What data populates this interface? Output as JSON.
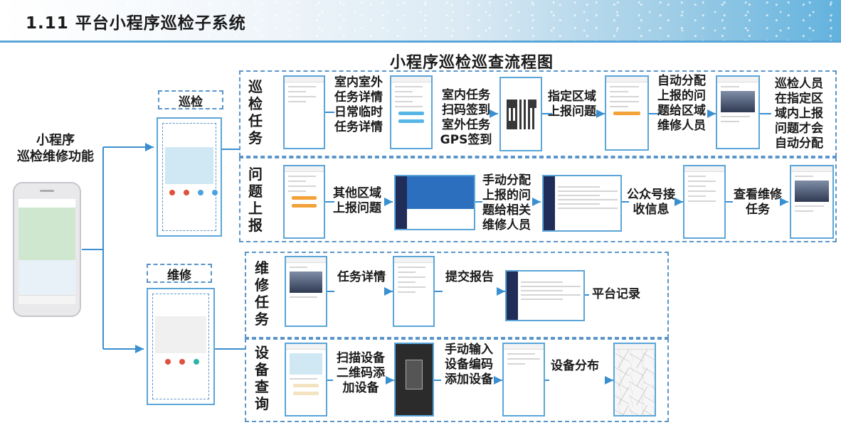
{
  "header": {
    "title": "1.11  平台小程序巡检子系统"
  },
  "flow_title": "小程序巡检巡查流程图",
  "left_label": "小程序\n巡检维修功能",
  "module_labels": {
    "inspect": "巡检",
    "repair": "维修"
  },
  "sections": {
    "patrol_task": {
      "label": "巡检任务",
      "steps": [
        "室内室外\n任务详情\n日常临时\n任务详情",
        "室内任务\n扫码签到\n室外任务\nGPS签到",
        "指定区域\n上报问题",
        "自动分配\n上报的问\n题给区域\n维修人员",
        "巡检人员\n在指定区\n域内上报\n问题才会\n自动分配"
      ]
    },
    "issue_report": {
      "label": "问题上报",
      "steps": [
        "其他区域\n上报问题",
        "手动分配\n上报的问\n题给相关\n维修人员",
        "公众号接\n收信息",
        "查看维修\n任务"
      ]
    },
    "repair_task": {
      "label": "维修任务",
      "steps": [
        "任务详情",
        "提交报告",
        "平台记录"
      ]
    },
    "device_query": {
      "label": "设备查询",
      "steps": [
        "扫描设备\n二维码添\n加设备",
        "手动输入\n设备编码\n添加设备",
        "设备分布"
      ]
    }
  },
  "colors": {
    "dashed": "#5b95c9",
    "frame": "#5aa6d8",
    "arrow": "#3a8fd1",
    "header_end": "#62b2de"
  }
}
